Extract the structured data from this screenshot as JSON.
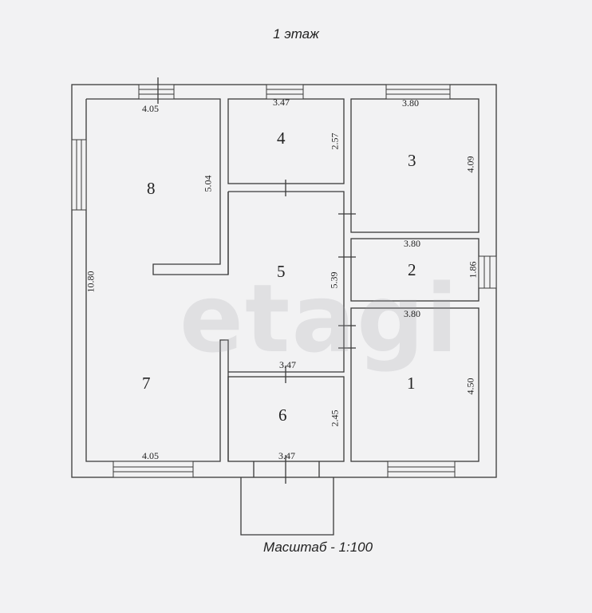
{
  "plan": {
    "floor_title": "1 этаж",
    "scale_label": "Масштаб - 1:100",
    "watermark": "etagi",
    "rooms": [
      {
        "number": "1"
      },
      {
        "number": "2"
      },
      {
        "number": "3"
      },
      {
        "number": "4"
      },
      {
        "number": "5"
      },
      {
        "number": "6"
      },
      {
        "number": "7"
      },
      {
        "number": "8"
      }
    ],
    "dims": {
      "room8_top": "4.05",
      "room8_right": "5.04",
      "room4_top": "3.47",
      "room4_right": "2.57",
      "room3_top": "3.80",
      "room3_right": "4.09",
      "room2_top": "3.80",
      "room2_right": "1.86",
      "room5_right": "5.39",
      "room1_top": "3.80",
      "room1_right": "4.50",
      "room5_bottom": "3.47",
      "room6_right": "2.45",
      "room7_bottom": "4.05",
      "room6_bottom": "3.47",
      "house_left": "10.80"
    }
  }
}
